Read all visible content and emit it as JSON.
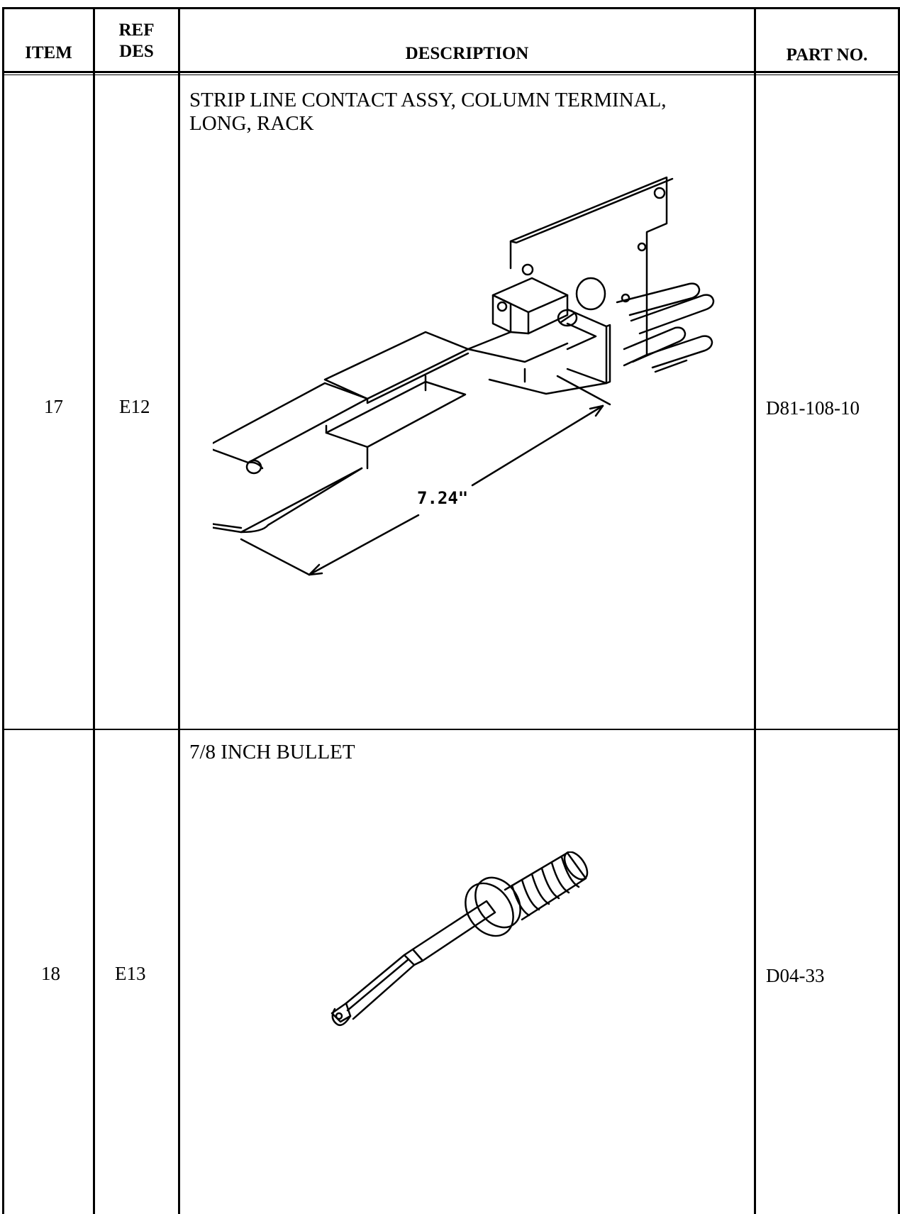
{
  "table": {
    "headers": {
      "item": "ITEM",
      "ref_des_line1": "REF",
      "ref_des_line2": "DES",
      "description": "DESCRIPTION",
      "part_no": "PART NO."
    },
    "rows": [
      {
        "item": "17",
        "ref_des": "E12",
        "description_line1": "STRIP LINE CONTACT ASSY, COLUMN TERMINAL,",
        "description_line2": "LONG, RACK",
        "part_no": "D81-108-10",
        "drawing": {
          "subject": "strip-line-contact-assembly",
          "dimension_label": "7.24\""
        }
      },
      {
        "item": "18",
        "ref_des": "E13",
        "description_line1": "7/8 INCH BULLET",
        "part_no": "D04-33",
        "drawing": {
          "subject": "bullet"
        }
      }
    ]
  }
}
